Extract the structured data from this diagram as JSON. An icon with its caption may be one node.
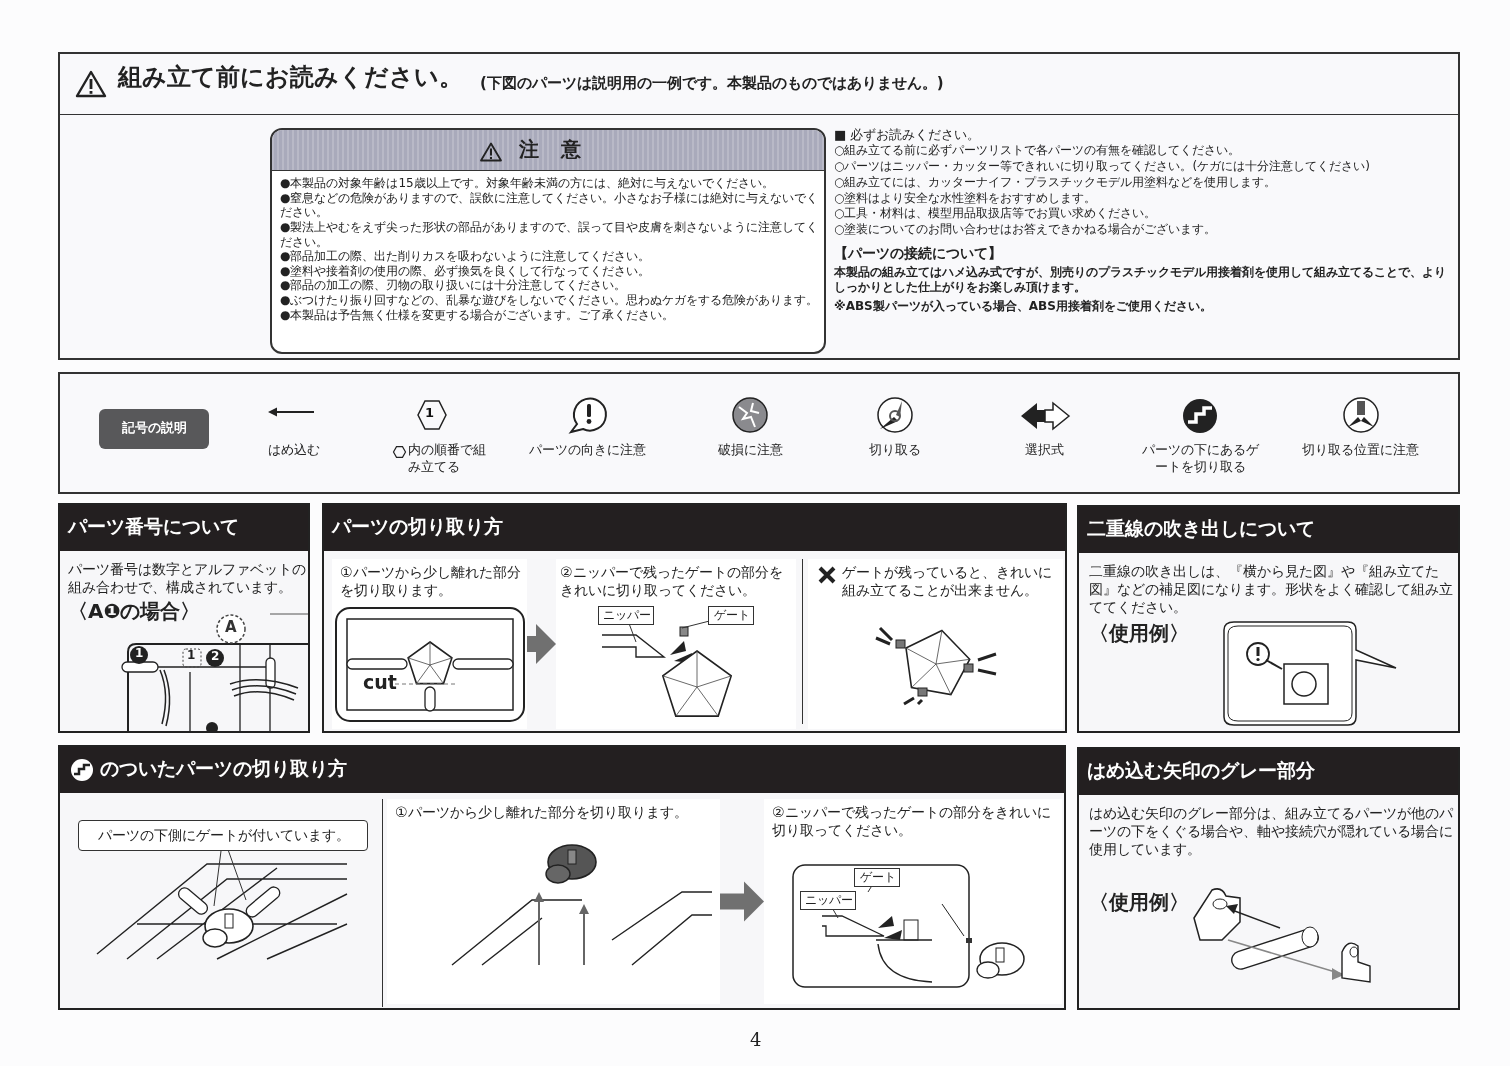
{
  "diagram": {
    "nodes": [
      {
        "text": [
          "組み立て前にお読みください。",
          "(下図のパーツは説明用の一例です。本製品のものではありません。)",
          "■ 必ずお読みください。",
          "○組み立てる前に必ずパーツリストで各パーツの有無を確認してください。",
          "○パーツはニッパー・カッター等できれいに切り取ってください。(ケガには十分注意してください)",
          "○組み立てには、カッターナイフ・プラスチックモデル用塗料などを使用します。",
          "○塗料はより安全な水性塗料をおすすめします。",
          "○工具・材料は、模型用品取扱店等でお買い求めください。",
          "○塗装についてのお問い合わせはお答えできかねる場合がございます。",
          "【パーツの接続について】",
          "本製品の組み立てはハメ込み式ですが、別売りのプラスチックモデル用接着剤を使用して組み立てることで、よりしっかりとした仕上がりをお楽しみ頂けます。",
          "※ABS製パーツが入っている場合、ABS用接着剤をご使用ください。"
        ]
      },
      {
        "text": [
          "注意",
          "●本製品の対象年齢は15歳以上です。対象年齢未満の方には、絶対に与えないでください。",
          "●窒息などの危険がありますので、誤飲に注意してください。小さなお子様には絶対に与えないでください。",
          "●製法上やむをえず尖った形状の部品がありますので、誤って目や皮膚を刺さないように注意してください。",
          "●部品加工の際、出た削りカスを吸わないように注意してください。",
          "●塗料や接着剤の使用の際、必ず換気を良くして行なってください。",
          "●部品の加工の際、刃物の取り扱いには十分注意してください。",
          "●ぶつけたり振り回すなどの、乱暴な遊びをしないでください。思わぬケガをする危険があります。",
          "●本製品は予告無く仕様を変更する場合がございます。ご了承ください。"
        ],
        "in": 0
      },
      {
        "text": [
          "はめ込む",
          "内の順番で組み立てる",
          "パーツの向きに注意",
          "破損に注意",
          "切り取る",
          "選択式",
          "パーツの下にあるゲートを切り取る",
          "切り取る位置に注意"
        ]
      },
      {
        "text": [
          "記号の説明"
        ],
        "in": 2
      },
      {
        "text": [
          "パーツ番号について",
          "パーツ番号は数字とアルファベットの組み合わせで、構成されています。",
          "〈A❶の場合〉"
        ]
      },
      {
        "text": [
          "パーツの切り取り方"
        ]
      },
      {
        "text": [
          "①パーツから少し離れた部分を切り取ります。"
        ],
        "in": 5
      },
      {
        "text": [
          "②ニッパーで残ったゲートの部分をきれいに切り取ってください。"
        ],
        "in": 5
      },
      {
        "text": [
          "ゲートが残っていると、きれいに組み立てることが出来ません。"
        ],
        "in": 5
      },
      {
        "text": [
          "ニッパー"
        ],
        "in": 7
      },
      {
        "text": [
          "ゲート"
        ],
        "in": 7
      },
      {
        "text": [
          "二重線の吹き出しについて",
          "二重線の吹き出しは、『横から見た図』や『組み立てた図』などの補足図になります。形状をよく確認して組み立ててください。",
          "〈使用例〉"
        ]
      },
      {
        "text": [
          "のついたパーツの切り取り方"
        ]
      },
      {
        "text": [
          "パーツの下側にゲートが付いています。"
        ],
        "in": 12
      },
      {
        "text": [
          "①パーツから少し離れた部分を切り取ります。"
        ],
        "in": 12
      },
      {
        "text": [
          "②ニッパーで残ったゲートの部分をきれいに切り取ってください。"
        ],
        "in": 12
      },
      {
        "text": [
          "ニッパー"
        ],
        "in": 15
      },
      {
        "text": [
          "ゲート"
        ],
        "in": 15
      },
      {
        "text": [
          "はめ込む矢印のグレー部分",
          "はめ込む矢印のグレー部分は、組み立てるパーツが他のパーツの下をくぐる場合や、軸や接続穴が隠れている場合に使用しています。",
          "〈使用例〉"
        ]
      }
    ],
    "edges": [
      {
        "from": 6,
        "to": 7,
        "arrow": "to",
        "style": "thick",
        "color": "#707070"
      },
      {
        "from": 9,
        "to": null,
        "arrow": "none"
      },
      {
        "from": 10,
        "to": null,
        "arrow": "none"
      },
      {
        "from": 13,
        "to": null,
        "arrow": "none"
      },
      {
        "from": 13,
        "to": null,
        "arrow": "none"
      },
      {
        "from": 14,
        "to": 15,
        "arrow": "to",
        "style": "thick",
        "color": "#707070"
      },
      {
        "from": 16,
        "to": null,
        "arrow": "none"
      },
      {
        "from": 17,
        "to": null,
        "arrow": "none"
      }
    ],
    "labels": [
      "1",
      "A",
      "1",
      "1",
      "2",
      "cut",
      "4"
    ]
  }
}
